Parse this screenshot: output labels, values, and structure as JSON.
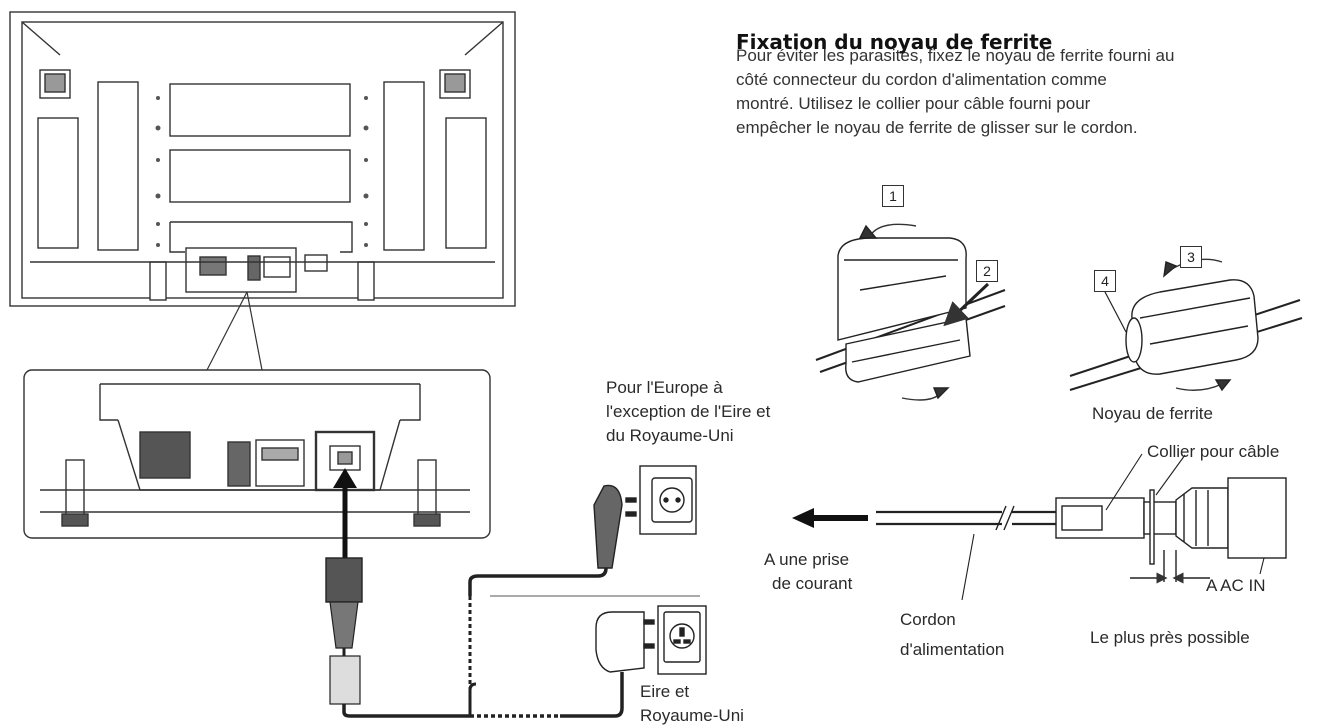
{
  "section": {
    "title": "Fixation du noyau de ferrite",
    "description_lines": [
      "Pour éviter les parasites, fixez le noyau de ferrite fourni au",
      "côté connecteur du cordon d'alimentation comme",
      "montré. Utilisez le collier pour câble fourni pour",
      "empêcher le noyau de ferrite de glisser sur le cordon."
    ]
  },
  "steps": [
    "1",
    "2",
    "3",
    "4"
  ],
  "plugs": {
    "europe_lines": [
      "Pour l'Europe à",
      "l'exception de l'Eire et",
      "du Royaume-Uni"
    ],
    "uk_lines": [
      "Eire et",
      "Royaume-Uni"
    ]
  },
  "cord_labels": {
    "ferrite_core": "Noyau de ferrite",
    "cable_tie": "Collier pour câble",
    "to_outlet_lines": [
      "A une prise",
      "de courant"
    ],
    "to_ac_in": "A AC IN",
    "power_cord_lines": [
      "Cordon",
      "d'alimentation"
    ],
    "closest_possible": "Le plus près possible"
  }
}
